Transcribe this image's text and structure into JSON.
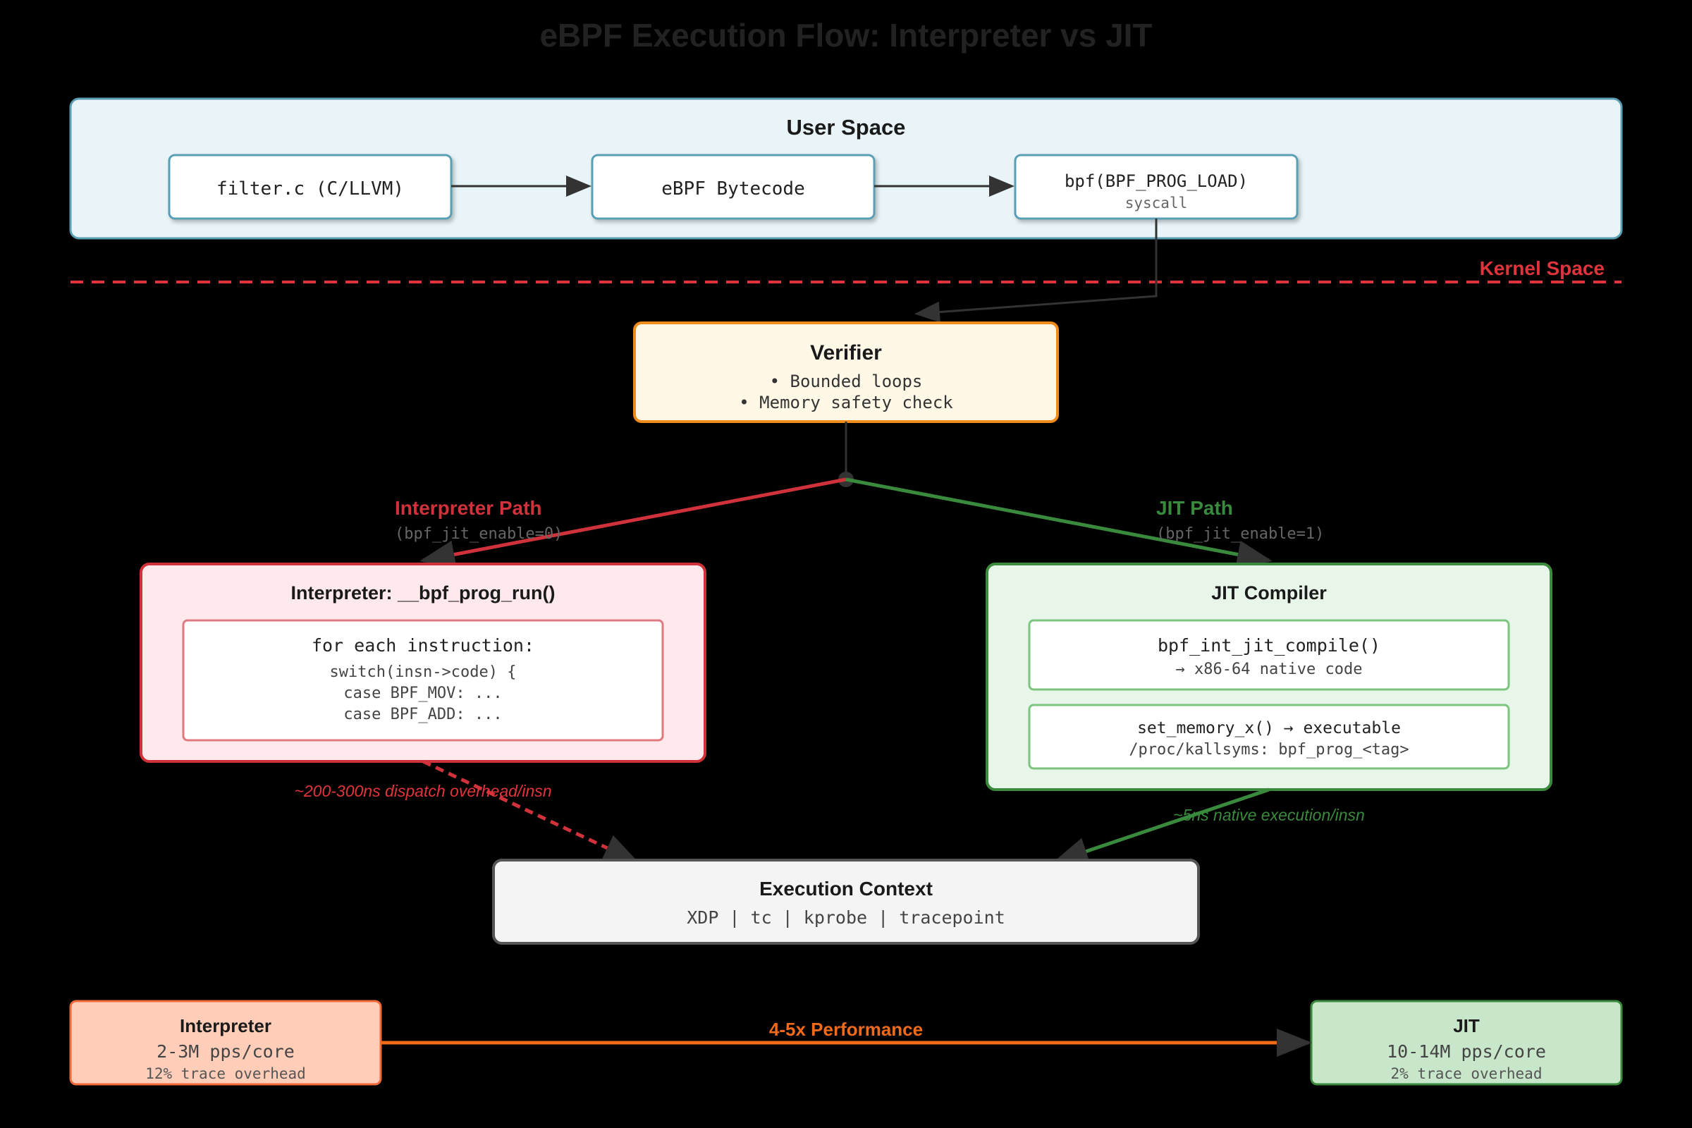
{
  "title": "eBPF Execution Flow: Interpreter vs JIT",
  "user_space": {
    "label": "User Space",
    "source_box": "filter.c (C/LLVM)",
    "bytecode_box": "eBPF Bytecode",
    "syscall_box": {
      "line1": "bpf(BPF_PROG_LOAD)",
      "line2": "syscall"
    }
  },
  "kernel_space_label": "Kernel Space",
  "verifier": {
    "title": "Verifier",
    "items": [
      "• Bounded loops",
      "• Memory safety check"
    ]
  },
  "interpreter_path": {
    "label": "Interpreter Path",
    "sublabel": "(bpf_jit_enable=0)"
  },
  "jit_path": {
    "label": "JIT Path",
    "sublabel": "(bpf_jit_enable=1)"
  },
  "interpreter": {
    "title": "Interpreter: __bpf_prog_run()",
    "code": [
      "for each instruction:",
      "switch(insn->code) {",
      "case BPF_MOV: ...",
      "case BPF_ADD: ..."
    ],
    "overhead_note": "~200-300ns dispatch overhead/insn"
  },
  "jit": {
    "title": "JIT Compiler",
    "compile": {
      "line1": "bpf_int_jit_compile()",
      "line2": "→ x86-64 native code"
    },
    "memory": {
      "line1": "set_memory_x() → executable",
      "line2": "/proc/kallsyms: bpf_prog_<tag>"
    },
    "exec_note": "~5ns native execution/insn"
  },
  "execution_context": {
    "title": "Execution Context",
    "hooks": "XDP | tc | kprobe | tracepoint"
  },
  "comparison": {
    "interpreter": {
      "title": "Interpreter",
      "rate": "2-3M pps/core",
      "overhead": "12% trace overhead"
    },
    "jit": {
      "title": "JIT",
      "rate": "10-14M pps/core",
      "overhead": "2% trace overhead"
    },
    "speedup": "4-5x Performance"
  },
  "colors": {
    "user_fill": "#e8f4f8",
    "user_stroke": "#5a9fb4",
    "verifier_fill": "#fff8e6",
    "verifier_stroke": "#f08c1a",
    "interp_fill": "#ffe9ec",
    "interp_stroke": "#d0323b",
    "jit_fill": "#e8f5e9",
    "jit_stroke": "#3a8a3e",
    "exec_fill": "#f4f4f4",
    "exec_stroke": "#555555",
    "perf_arrow": "#f06a1a",
    "kernel_line": "#e0343c"
  }
}
